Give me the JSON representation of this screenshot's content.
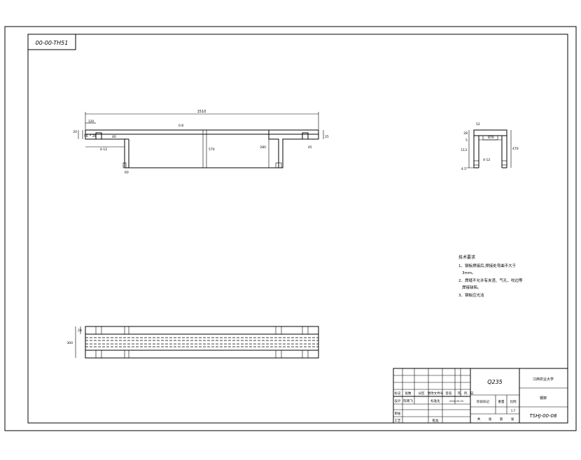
{
  "drawing": {
    "code_box": "00-00-TH51",
    "dims": {
      "total_length": "1510",
      "top_left": "120",
      "left_h1": "20",
      "left_h2": "56",
      "left_small": "28",
      "lower_left": "4-12",
      "left_depth": "40",
      "left_small2": "60",
      "center_h": "570",
      "right_h": "280",
      "right_small": "45",
      "right_edge": "25",
      "roughness": "0.8"
    },
    "side_dims": {
      "top_w": "52",
      "left_top": "28",
      "mid": "870",
      "left_mid": "5",
      "inner_h": "113",
      "overall_h": "470",
      "bottom_left": "4.5",
      "bottom_note": "4-12"
    },
    "plan_dims": {
      "left_h": "300",
      "left_small": "28"
    },
    "notes": {
      "title": "技术要求",
      "line1": "1、钢板焊接后,焊接处弯曲不大于",
      "line2": "3mm。",
      "line3": "2、焊缝不允许有夹渣、气孔、咬边等",
      "line4": "焊接缺陷。",
      "line5": "3、钢板应光洁"
    },
    "title_block": {
      "material": "Q235",
      "company": "江西农业大学",
      "part_name": "钢架",
      "drawing_no": "TSHJ-00-08",
      "hdr_mark": "标记",
      "hdr_count": "处数",
      "hdr_zone": "分区",
      "hdr_docno": "更改文件号",
      "hdr_sign": "签名",
      "hdr_date": "年、月、日",
      "design": "设计",
      "designer": "陈晓飞",
      "std": "标准化",
      "date_val": "2018.05.25",
      "stage": "阶段标记",
      "weight": "重量",
      "scale": "比例",
      "scale_val": "1:7",
      "review": "审核",
      "process": "工艺",
      "approve": "批准",
      "sheet_total": "共",
      "sheet_zhang": "张",
      "sheet_di": "第",
      "sheet_zhang2": "张"
    }
  }
}
